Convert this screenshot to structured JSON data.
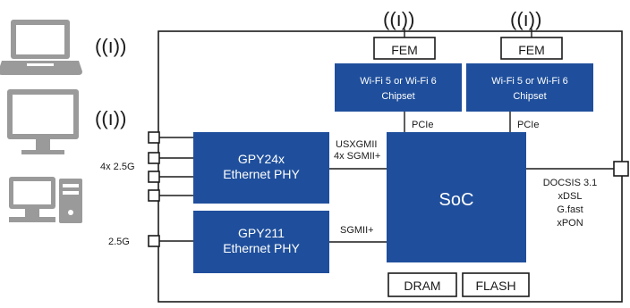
{
  "colors": {
    "block": "#1f4f9c",
    "line": "#1a1a1a",
    "device": "#9a9a9a"
  },
  "icons": [
    "laptop-icon",
    "monitor-icon",
    "desktop-pc-icon",
    "wifi-signal-icon"
  ],
  "wifi_signal_glyph": "((ı))",
  "fem_left": "FEM",
  "fem_right": "FEM",
  "chipset_left": [
    "Wi-Fi 5 or Wi-Fi 6",
    "Chipset"
  ],
  "chipset_right": [
    "Wi-Fi 5 or Wi-Fi 6",
    "Chipset"
  ],
  "pcie_left": "PCIe",
  "pcie_right": "PCIe",
  "gpy24x": [
    "GPY24x",
    "Ethernet PHY"
  ],
  "gpy211": [
    "GPY211",
    "Ethernet PHY"
  ],
  "soc": "SoC",
  "usx_labels": [
    "USXGMII",
    "4x SGMII+"
  ],
  "sgmii_label": "SGMII+",
  "port_label_4x": "4x 2.5G",
  "port_label_1x": "2.5G",
  "wan_labels": [
    "DOCSIS 3.1",
    "xDSL",
    "G.fast",
    "xPON"
  ],
  "dram": "DRAM",
  "flash": "FLASH"
}
